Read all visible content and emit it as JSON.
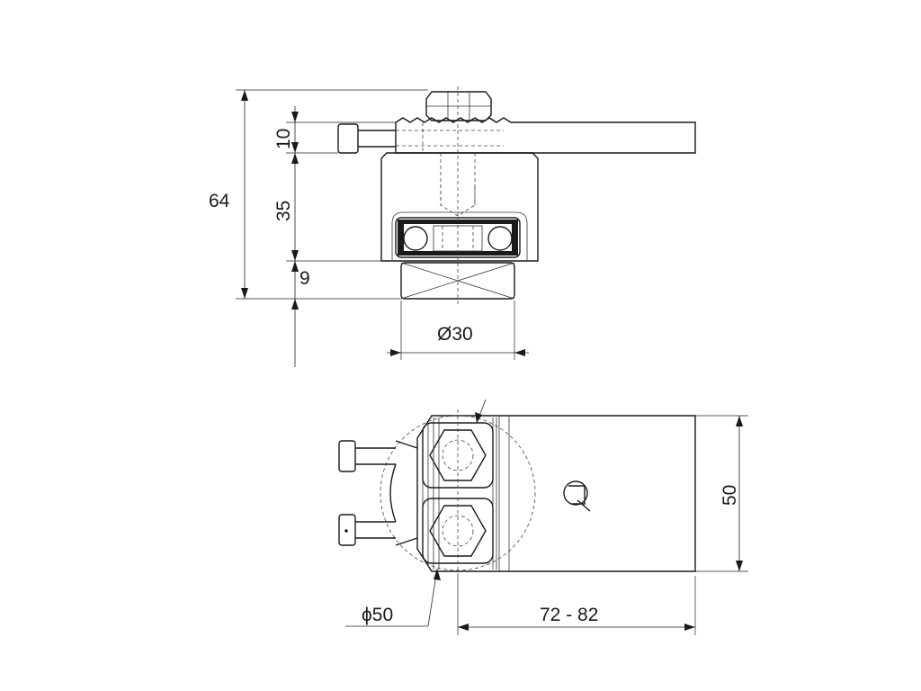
{
  "dimensions": {
    "side_view": {
      "total_height": "64",
      "handle_thickness": "10",
      "housing_height": "35",
      "wheel_height": "9",
      "wheel_diameter": "Ø30"
    },
    "top_view": {
      "width": "50",
      "wheel_diameter": "ϕ50",
      "length_range": "72 - 82"
    }
  }
}
